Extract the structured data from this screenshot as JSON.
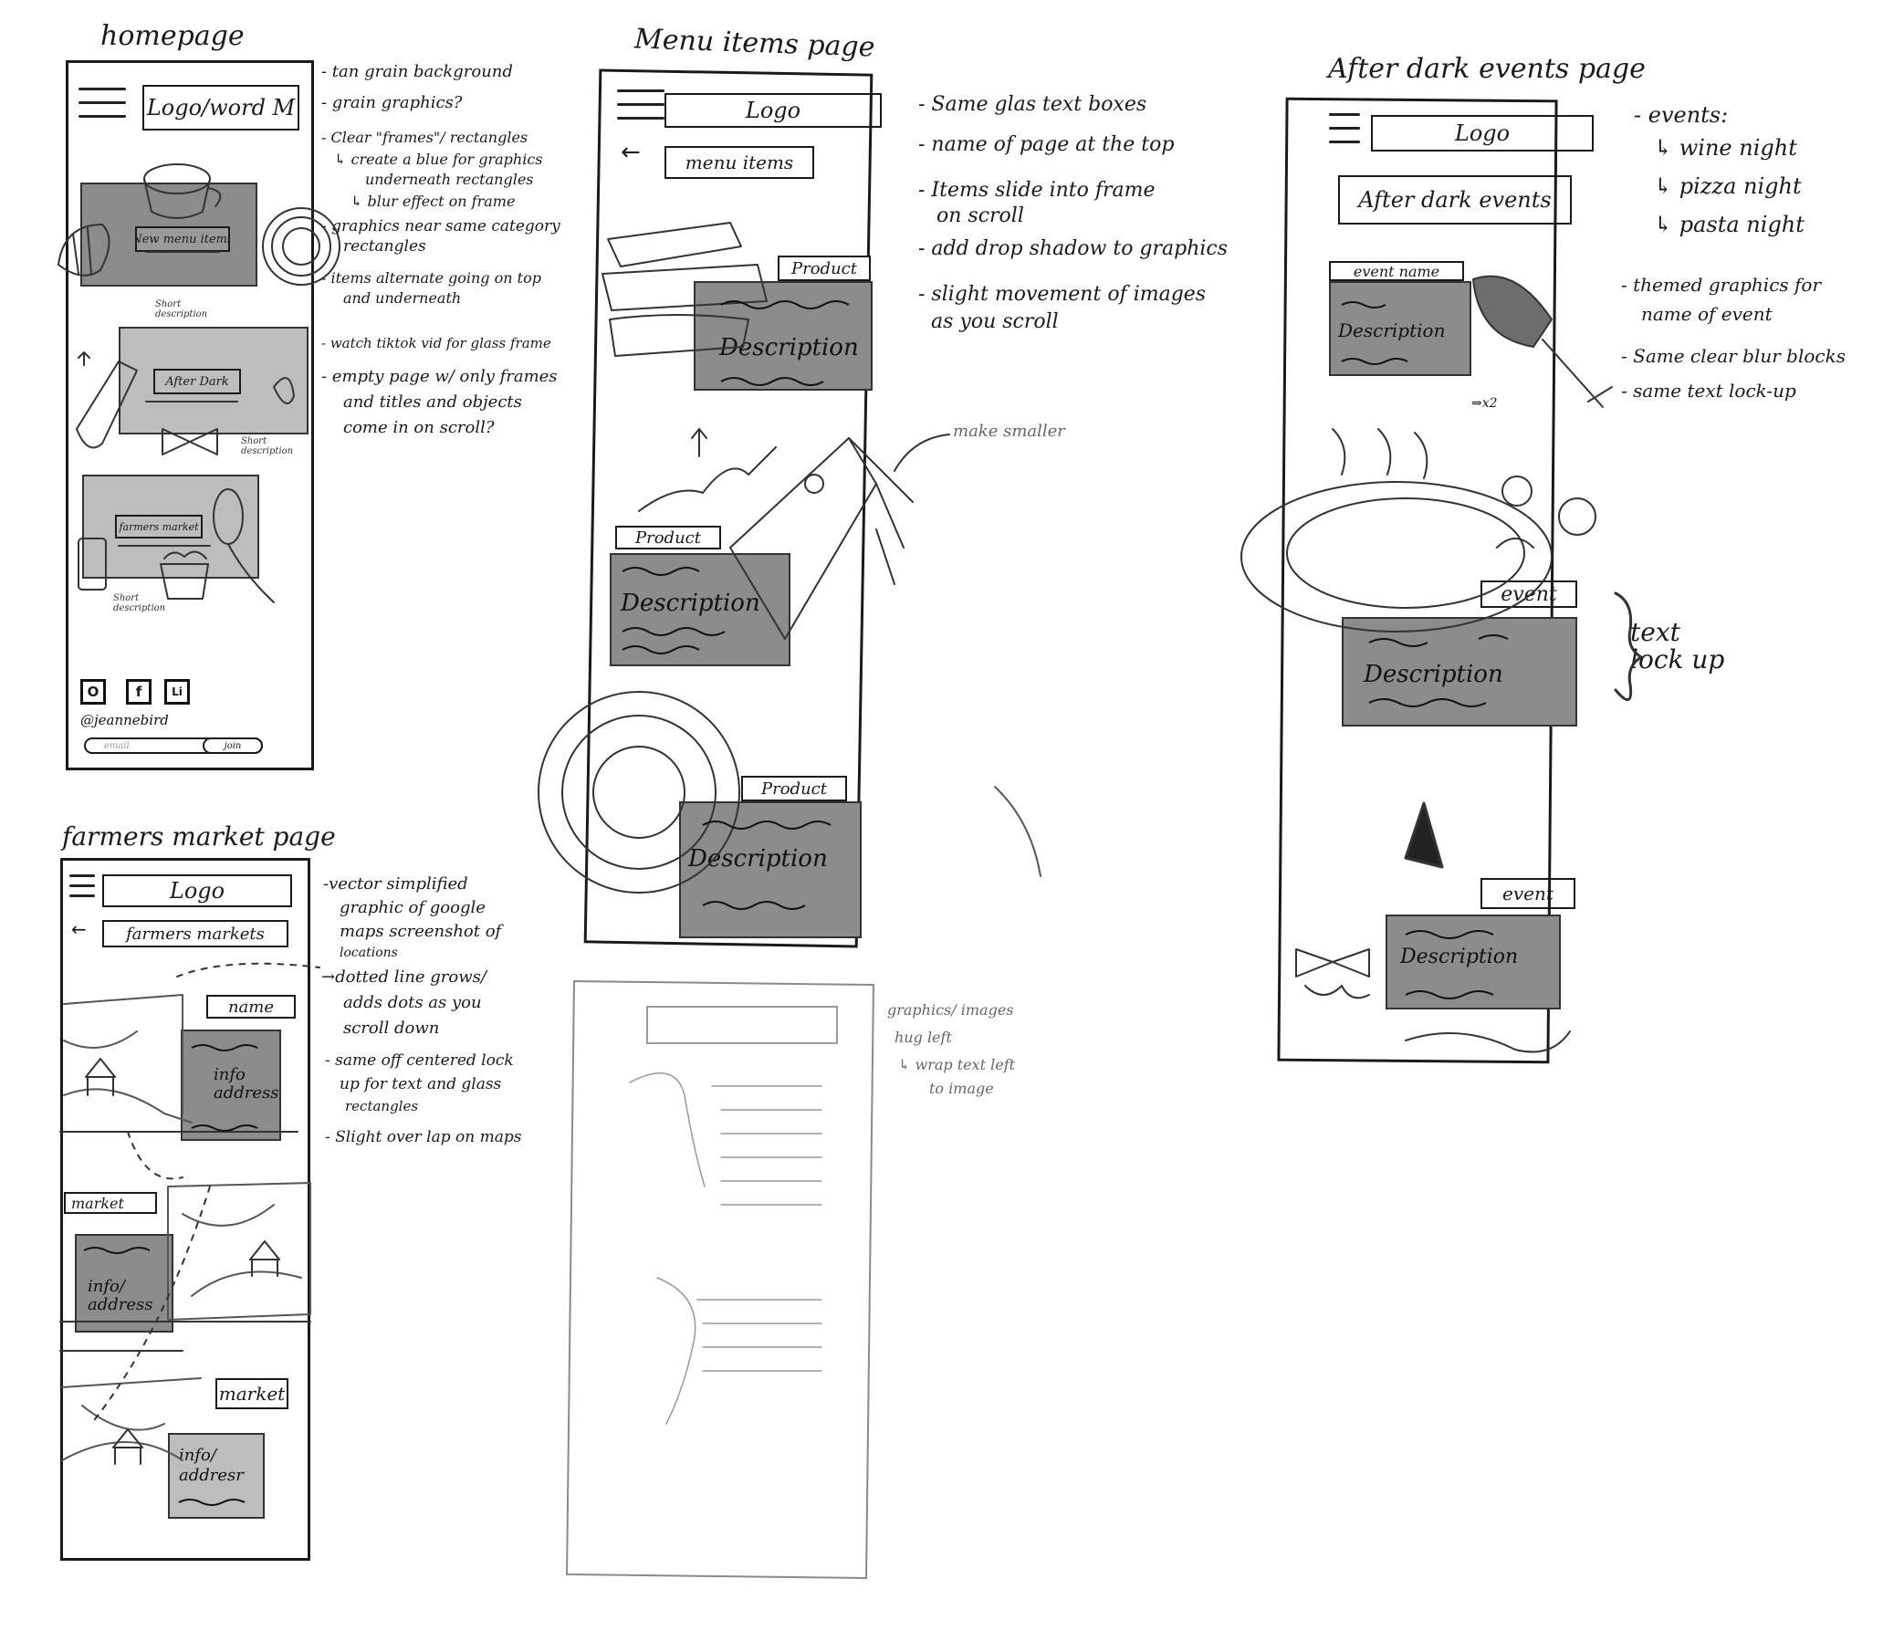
{
  "homepage": {
    "title": "homepage",
    "logo": "Logo/word M",
    "frames": [
      {
        "label": "New menu items",
        "caption": "Short description"
      },
      {
        "label": "After Dark",
        "caption": "Short description"
      },
      {
        "label": "farmers market",
        "caption": "Short description"
      }
    ],
    "social": [
      "O",
      "f",
      "Li"
    ],
    "handle": "@jeannebird",
    "email_placeholder": "email",
    "join_button": "join",
    "notes": [
      "- tan grain background",
      "- grain graphics?",
      "- Clear \"frames\"/ rectangles",
      "↳ create a blue for graphics",
      "underneath rectangles",
      "↳ blur effect on frame",
      "- graphics near same category",
      "rectangles",
      "- items alternate going on top",
      "and underneath",
      "- watch tiktok vid for glass frame",
      "- empty page w/ only frames",
      "and titles and objects",
      "come in on scroll?"
    ]
  },
  "menu_page": {
    "title": "Menu items page",
    "logo": "Logo",
    "page_name": "menu items",
    "products": [
      {
        "label": "Product",
        "description": "Description"
      },
      {
        "label": "Product",
        "description": "Description"
      },
      {
        "label": "Product",
        "description": "Description"
      }
    ],
    "notes": [
      "- Same glas text boxes",
      "- name of page at the top",
      "- Items slide into frame",
      "on scroll",
      "- add drop shadow to graphics",
      "- slight movement of images",
      "as you scroll"
    ],
    "annotation": "make smaller"
  },
  "after_dark_page": {
    "title": "After dark events page",
    "logo": "Logo",
    "page_name": "After dark events",
    "event_name": "event name",
    "descriptions": [
      "Description",
      "Description",
      "Description"
    ],
    "event_labels": [
      "event",
      "event"
    ],
    "multiplier": "⇒x2",
    "notes": [
      "- events:",
      "↳ wine night",
      "↳ pizza night",
      "↳ pasta night",
      "- themed graphics for",
      "name of event",
      "- Same clear blur blocks",
      "- same text lock-up"
    ],
    "lockup_note": "text lock up"
  },
  "farmers_page": {
    "title": "farmers market page",
    "logo": "Logo",
    "page_name": "farmers markets",
    "sections": [
      {
        "label": "name",
        "info": "info address"
      },
      {
        "label": "market",
        "info": "info/ address"
      },
      {
        "label": "market",
        "info": "info/ addresr"
      }
    ],
    "notes": [
      "-vector simplified",
      "graphic of google",
      "maps screenshot of",
      "locations",
      "→dotted line grows/",
      "adds dots as you",
      "scroll down",
      "- same off centered lock",
      "up for text and glass",
      "rectangles",
      "- Slight over lap on maps"
    ]
  },
  "blank_wireframe": {
    "notes": [
      "graphics/ images",
      "hug left",
      "↳ wrap text left",
      "to image"
    ]
  }
}
